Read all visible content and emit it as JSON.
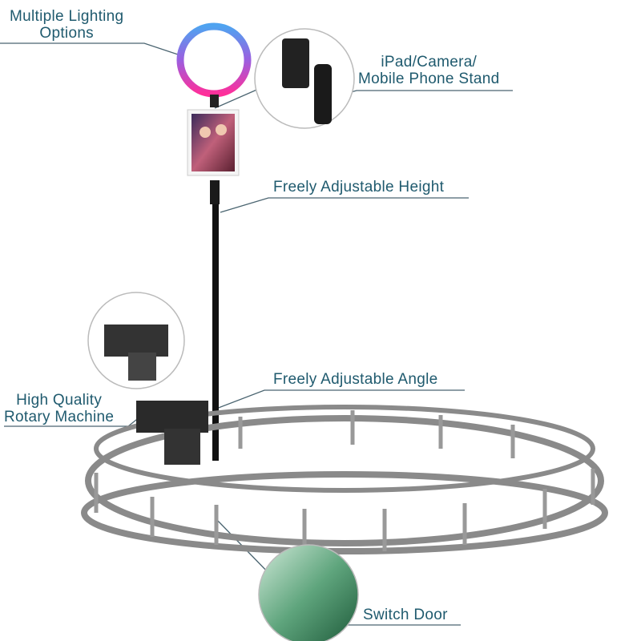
{
  "labels": {
    "lighting": [
      "Multiple Lighting",
      "Options"
    ],
    "stand": [
      "iPad/Camera/",
      "Mobile Phone Stand"
    ],
    "height": "Freely Adjustable Height",
    "angle": "Freely Adjustable Angle",
    "rotary": [
      "High Quality",
      "Rotary Machine"
    ],
    "door": "Switch Door"
  },
  "colors": {
    "text": "#1f5a6e",
    "line": "#4a6470",
    "frame": "#8a8a8a"
  }
}
